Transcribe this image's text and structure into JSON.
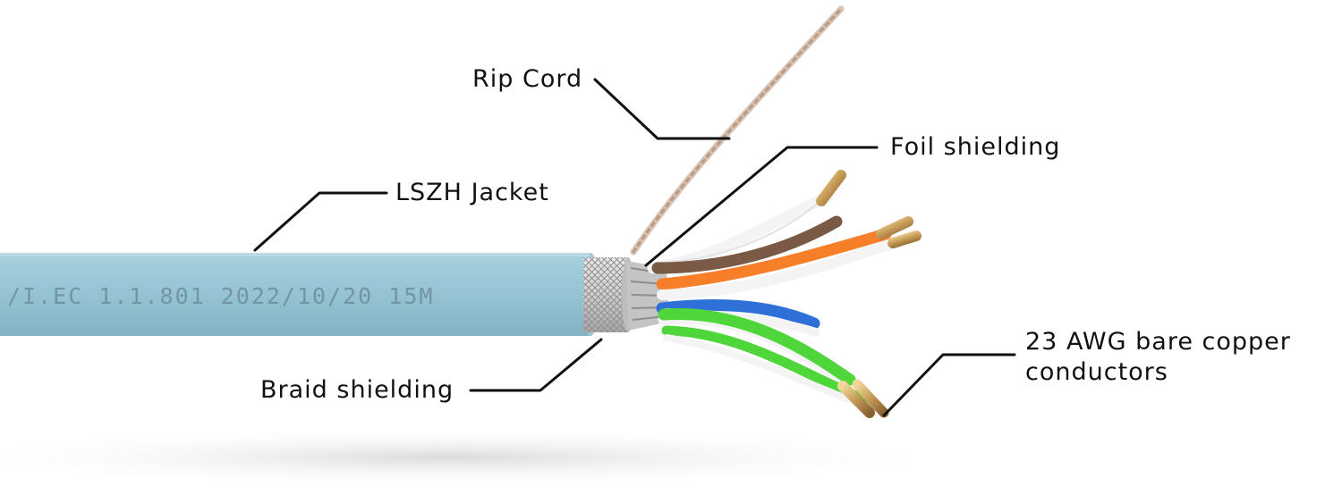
{
  "diagram": {
    "cable_print": "/I.EC 1.1.801 2022/10/20 15M",
    "colors": {
      "jacket": "#92c2d2",
      "print": "#7395a2",
      "foil": "#c8c8c8",
      "copper": "#c9a15c",
      "leader": "#111111"
    },
    "labels": {
      "rip_cord": "Rip Cord",
      "foil_shielding": "Foil shielding",
      "lszh_jacket": "LSZH Jacket",
      "braid_shielding": "Braid shielding",
      "conductors_line1": "23 AWG bare copper",
      "conductors_line2": "conductors"
    }
  }
}
